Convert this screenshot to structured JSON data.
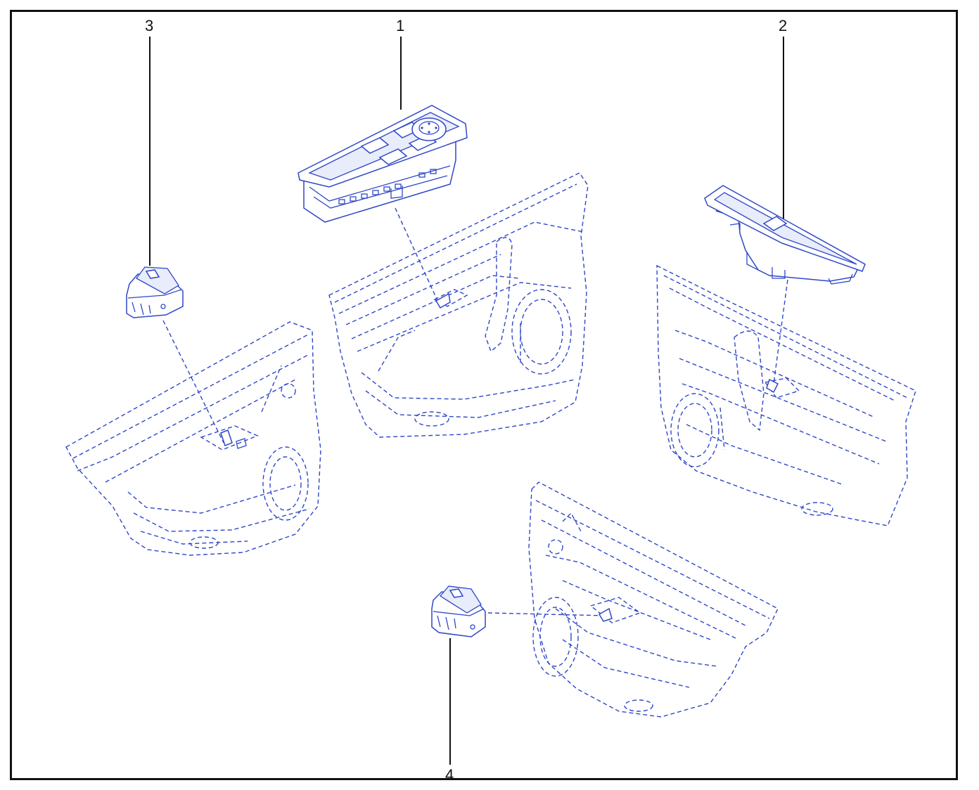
{
  "callouts": [
    {
      "id": "1",
      "label": "1"
    },
    {
      "id": "2",
      "label": "2"
    },
    {
      "id": "3",
      "label": "3"
    },
    {
      "id": "4",
      "label": "4"
    }
  ],
  "colors": {
    "line_art": "#2f47c8",
    "frame": "#111111",
    "background": "#ffffff"
  }
}
